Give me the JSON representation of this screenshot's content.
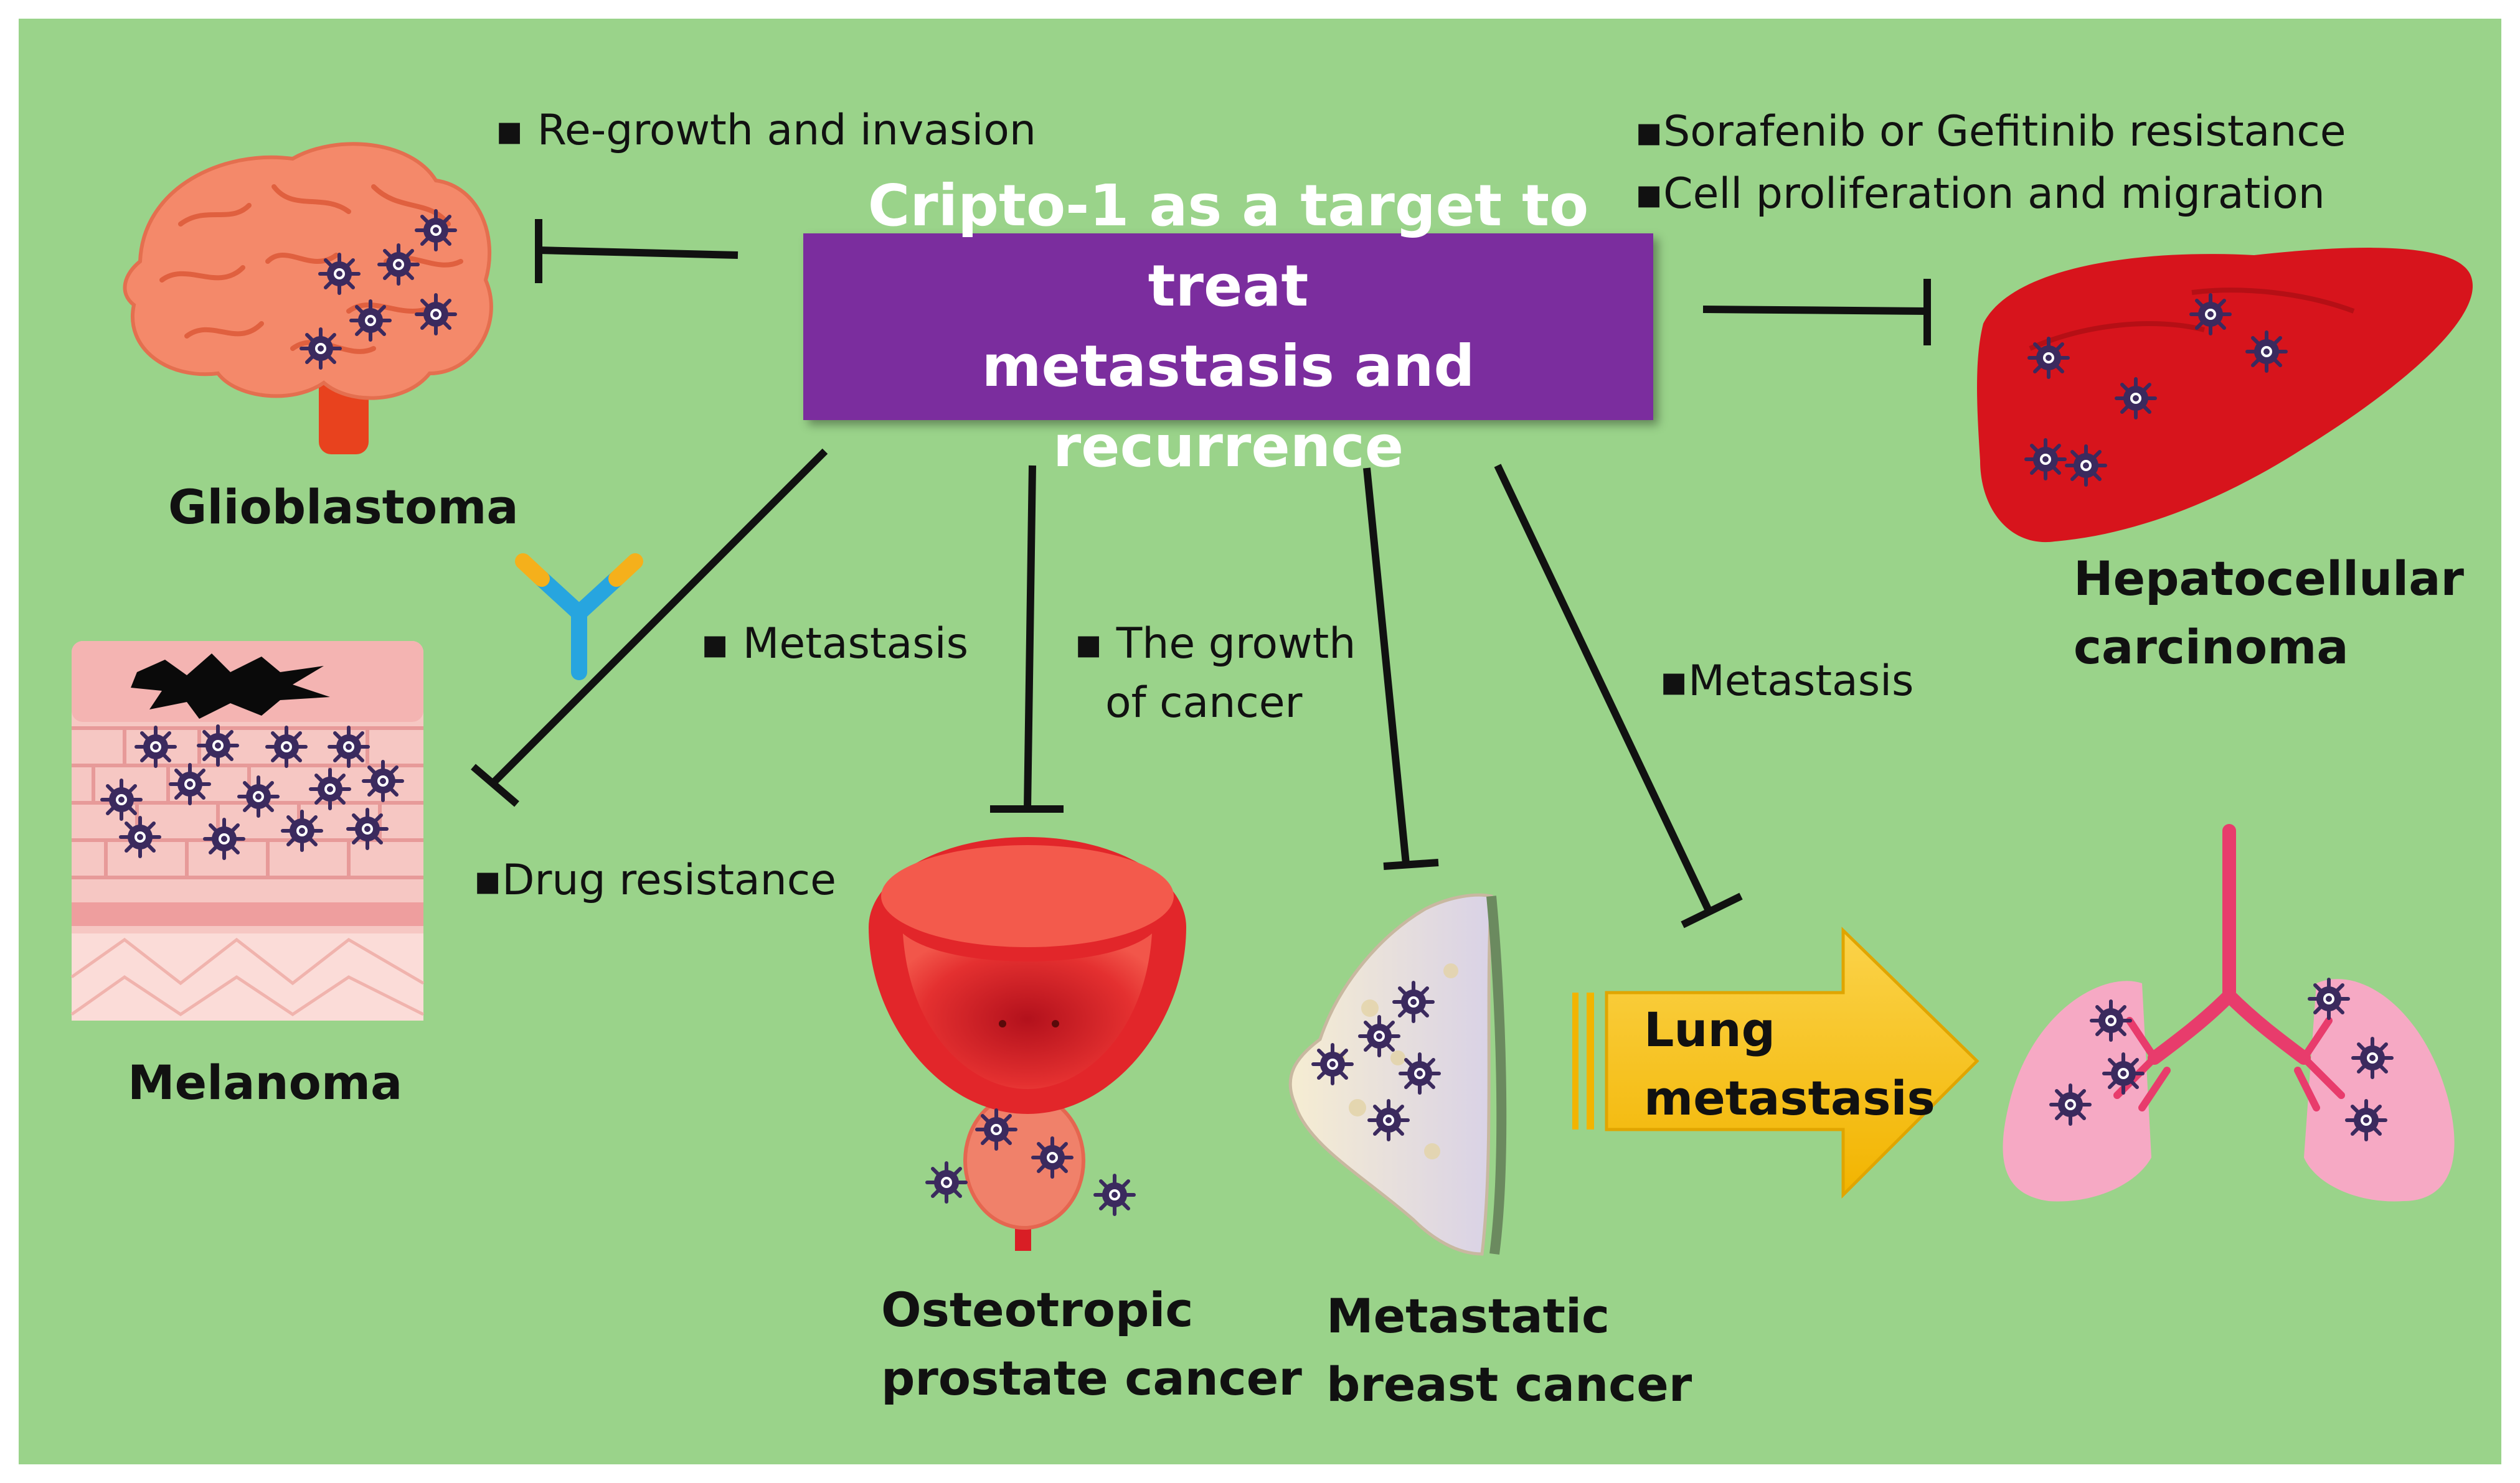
{
  "title": {
    "line1": "Cripto-1 as a target to treat",
    "line2": "metastasis and recurrence"
  },
  "annotations": {
    "glioblastoma": "Re-growth and invasion",
    "hcc_1": "Sorafenib or Gefitinib resistance",
    "hcc_2": "Cell proliferation and migration",
    "melanoma_metastasis": "Metastasis",
    "melanoma_drug": "Drug resistance",
    "prostate_1": "The growth",
    "prostate_2": "of cancer",
    "lung": "Metastasis"
  },
  "diseases": {
    "glioblastoma": "Glioblastoma",
    "hcc_1": "Hepatocellular",
    "hcc_2": "carcinoma",
    "melanoma": "Melanoma",
    "prostate_1": "Osteotropic",
    "prostate_2": "prostate cancer",
    "breast_1": "Metastatic",
    "breast_2": "breast cancer"
  },
  "lung_arrow": {
    "line1": "Lung",
    "line2": "metastasis"
  },
  "colors": {
    "background": "#9ad38a",
    "title_box": "#7b2d9e",
    "inhibit_line": "#111111",
    "arrow": "#f7c51a",
    "brain": "#f4896a",
    "liver": "#d7141c",
    "lung": "#f6a9c4",
    "bladder": "#e2262a",
    "tumor_cell": "#3b2a5e"
  },
  "icons": [
    "brain-icon",
    "skin-layer-icon",
    "antibody-icon",
    "liver-icon",
    "bladder-prostate-icon",
    "breast-icon",
    "lung-icon",
    "tumor-cell-icon"
  ]
}
